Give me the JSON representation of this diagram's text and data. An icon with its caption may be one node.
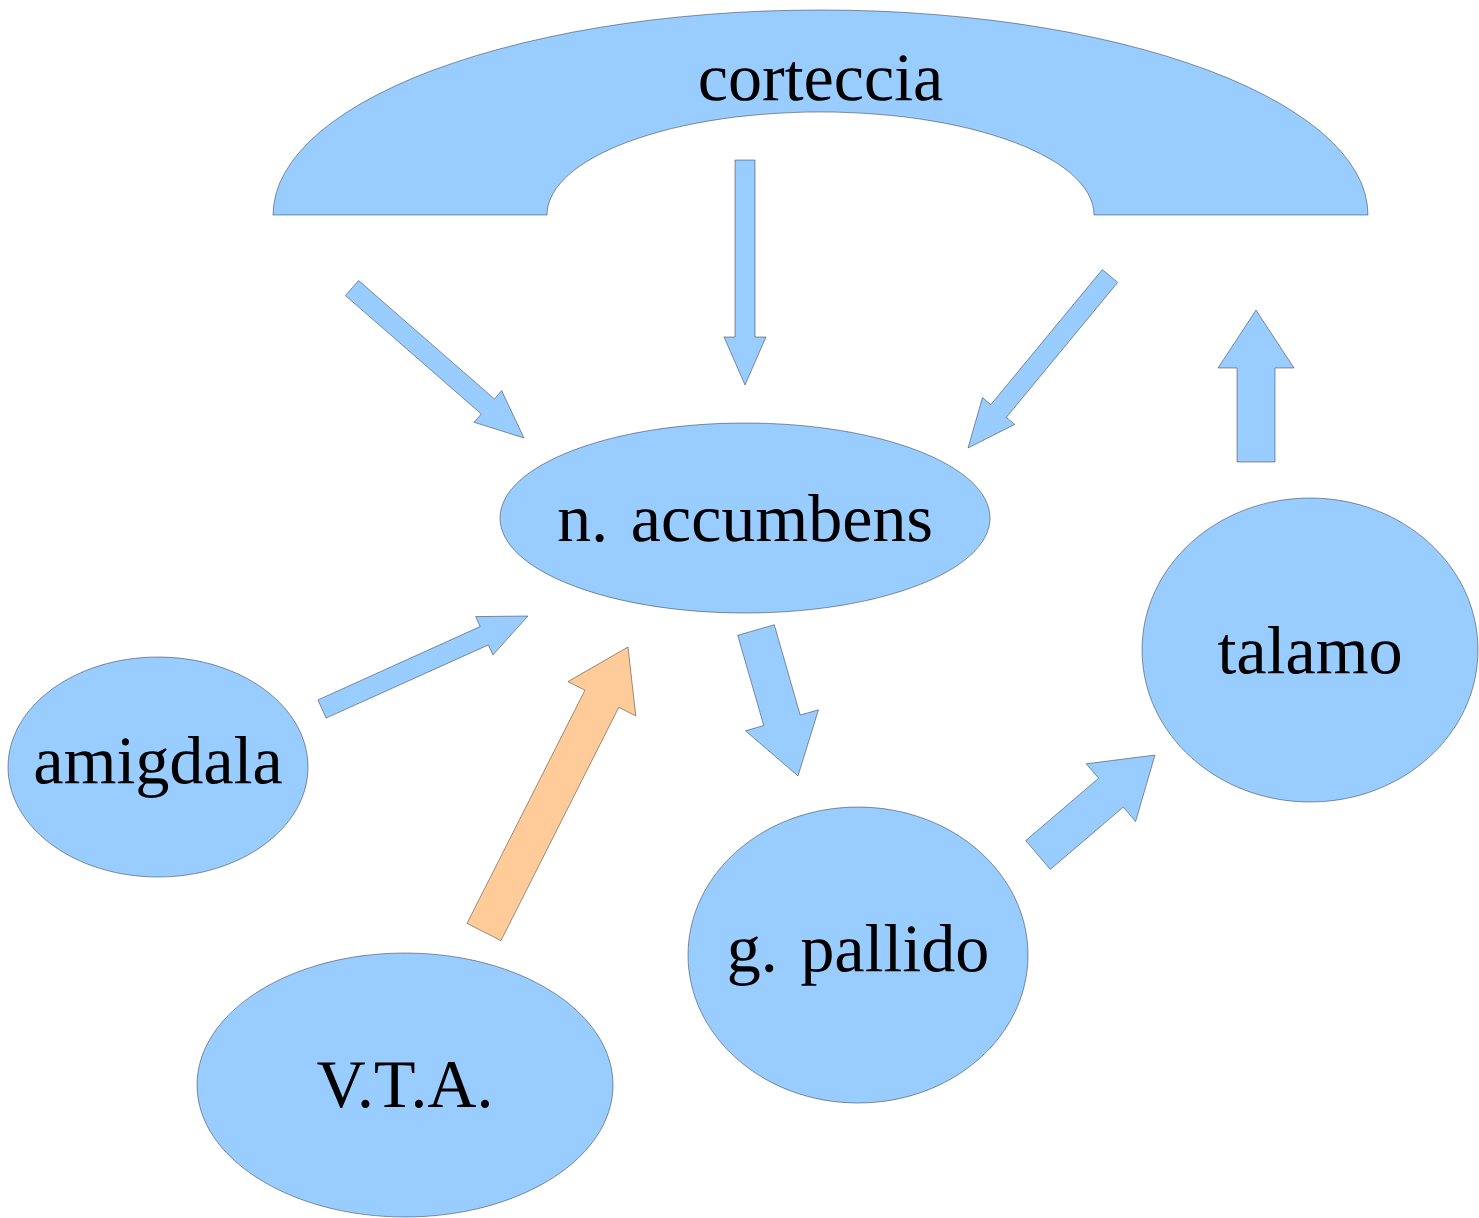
{
  "diagram": {
    "nodes": [
      {
        "text": [
          "corteccia"
        ]
      },
      {
        "text": [
          "n. accumbens"
        ]
      },
      {
        "text": [
          "amigdala"
        ]
      },
      {
        "text": [
          "V.T.A."
        ]
      },
      {
        "text": [
          "g. pallido"
        ]
      },
      {
        "text": [
          "talamo"
        ]
      }
    ],
    "edges": [
      {
        "from": 0,
        "to": 1,
        "arrow": "to"
      },
      {
        "from": 0,
        "to": 1,
        "arrow": "to"
      },
      {
        "from": 0,
        "to": 1,
        "arrow": "to"
      },
      {
        "from": 2,
        "to": 1,
        "arrow": "to"
      },
      {
        "from": 3,
        "to": 1,
        "arrow": "to",
        "style": "thick",
        "color": "#ffcc99"
      },
      {
        "from": 1,
        "to": 4,
        "arrow": "to",
        "style": "thick"
      },
      {
        "from": 4,
        "to": 5,
        "arrow": "to",
        "style": "thick"
      },
      {
        "from": 5,
        "to": 0,
        "arrow": "to",
        "style": "thick"
      }
    ]
  }
}
